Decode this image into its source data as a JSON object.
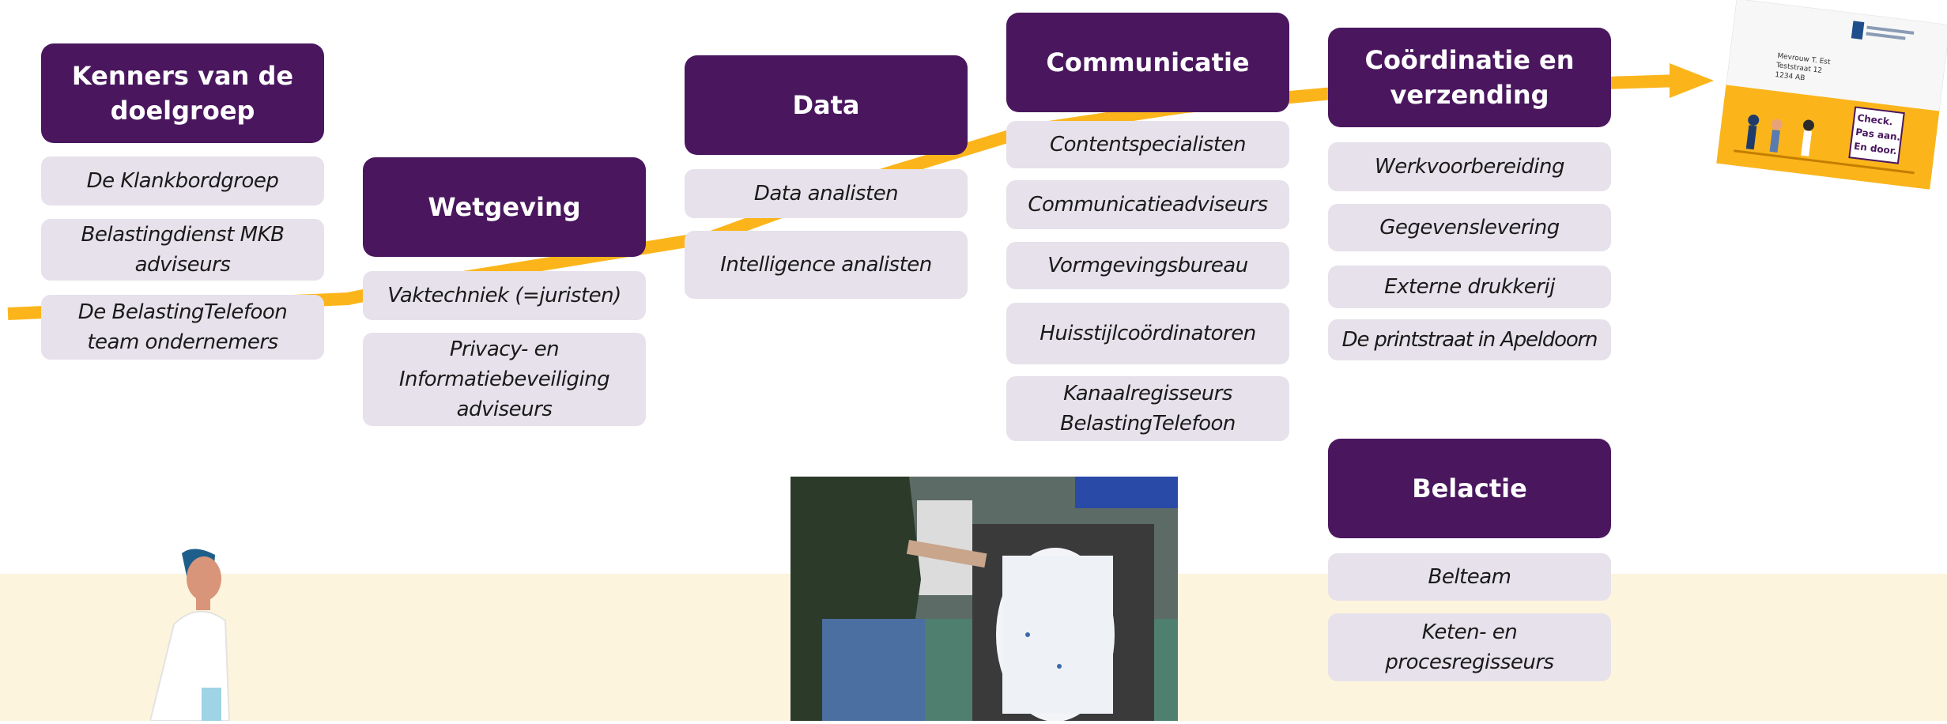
{
  "colors": {
    "header_bg": "#4a175f",
    "item_bg": "#e6e1ea",
    "arrow": "#fbb51b",
    "ground": "#fdf4dd"
  },
  "groups": [
    {
      "header": "Kenners van de doelgroep",
      "items": [
        "De Klankbordgroep",
        "Belastingdienst MKB adviseurs",
        "De BelastingTelefoon team ondernemers"
      ]
    },
    {
      "header": "Wetgeving",
      "items": [
        "Vaktechniek (=juristen)",
        "Privacy- en Informatiebeveiliging adviseurs"
      ]
    },
    {
      "header": "Data",
      "items": [
        "Data analisten",
        "Intelligence analisten"
      ]
    },
    {
      "header": "Communicatie",
      "items": [
        "Contentspecialisten",
        "Communicatieadviseurs",
        "Vormgevingsbureau",
        "Huisstijlcoördinatoren",
        "Kanaalregisseurs BelastingTelefoon"
      ]
    },
    {
      "header": "Coördinatie en verzending",
      "items": [
        "Werkvoorbereiding",
        "Gegevenslevering",
        "Externe drukkerij",
        "De printstraat in Apeldoorn"
      ]
    },
    {
      "header": "Belactie",
      "items": [
        "Belteam",
        "Keten- en procesregisseurs"
      ]
    }
  ],
  "letter": {
    "address": [
      "Mevrouw T. Est",
      "Teststraat 12",
      "1234 AB"
    ],
    "callout": [
      "Check.",
      "Pas aan.",
      "En door."
    ]
  },
  "icons": {
    "flow_arrow": "yellow-arrow",
    "letter": "letter-image",
    "photo": "printing-machine-photo",
    "person": "walking-person-illustration"
  }
}
